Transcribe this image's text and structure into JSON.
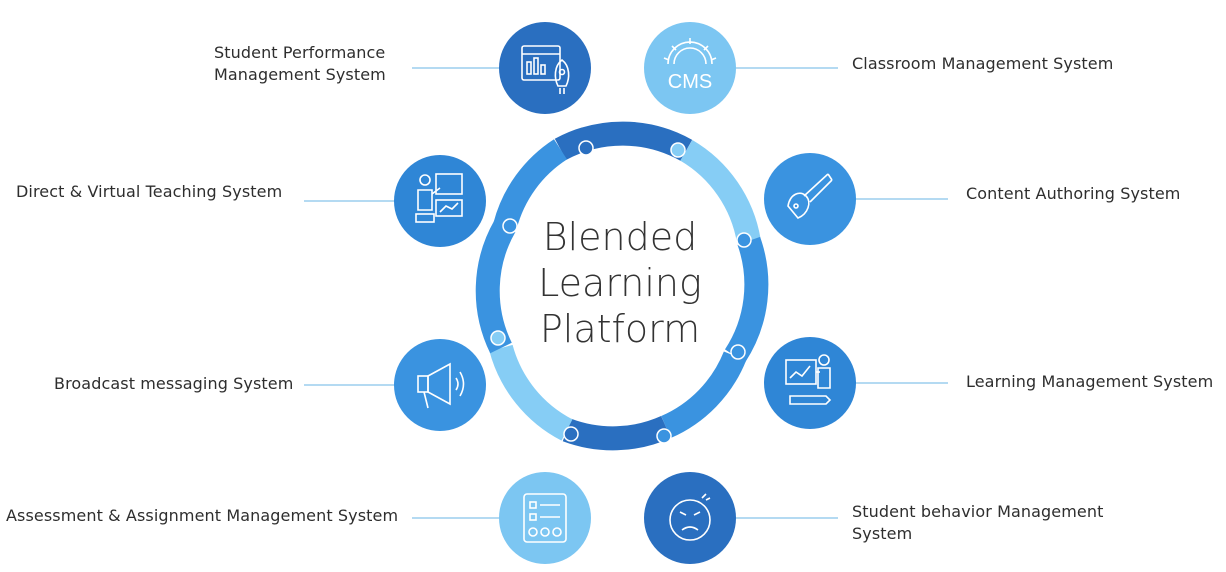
{
  "center": {
    "line1": "Blended",
    "line2": "Learning",
    "line3": "Platform"
  },
  "systems": [
    {
      "id": "spms",
      "label_lines": [
        "Student Performance",
        "Management System"
      ],
      "icon": "dashboard-rocket-icon",
      "color": "#2a6fc0"
    },
    {
      "id": "cms",
      "label_lines": [
        "Classroom Management System"
      ],
      "icon": "cms-gear-icon",
      "icon_text": "CMS",
      "color": "#7cc6f2"
    },
    {
      "id": "dvts",
      "label_lines": [
        "Direct & Virtual Teaching System"
      ],
      "icon": "teacher-board-icon",
      "color": "#2f86d6"
    },
    {
      "id": "cas",
      "label_lines": [
        "Content Authoring System"
      ],
      "icon": "paintbrush-icon",
      "color": "#3a93e0"
    },
    {
      "id": "bms",
      "label_lines": [
        "Broadcast messaging System"
      ],
      "icon": "megaphone-icon",
      "color": "#3a93e0"
    },
    {
      "id": "lms",
      "label_lines": [
        "Learning Management System"
      ],
      "icon": "teacher-presentation-icon",
      "color": "#2f86d6"
    },
    {
      "id": "aams",
      "label_lines": [
        "Assessment & Assignment Management System"
      ],
      "icon": "checklist-icon",
      "color": "#7cc6f2"
    },
    {
      "id": "sbms",
      "label_lines": [
        "Student behavior Management",
        "System"
      ],
      "icon": "angry-face-icon",
      "color": "#2a6fc0"
    }
  ],
  "colors": {
    "dark_blue": "#2a6fc0",
    "mid_blue": "#3a93e0",
    "light_blue": "#86cdf5",
    "connector": "#9ccdee"
  }
}
